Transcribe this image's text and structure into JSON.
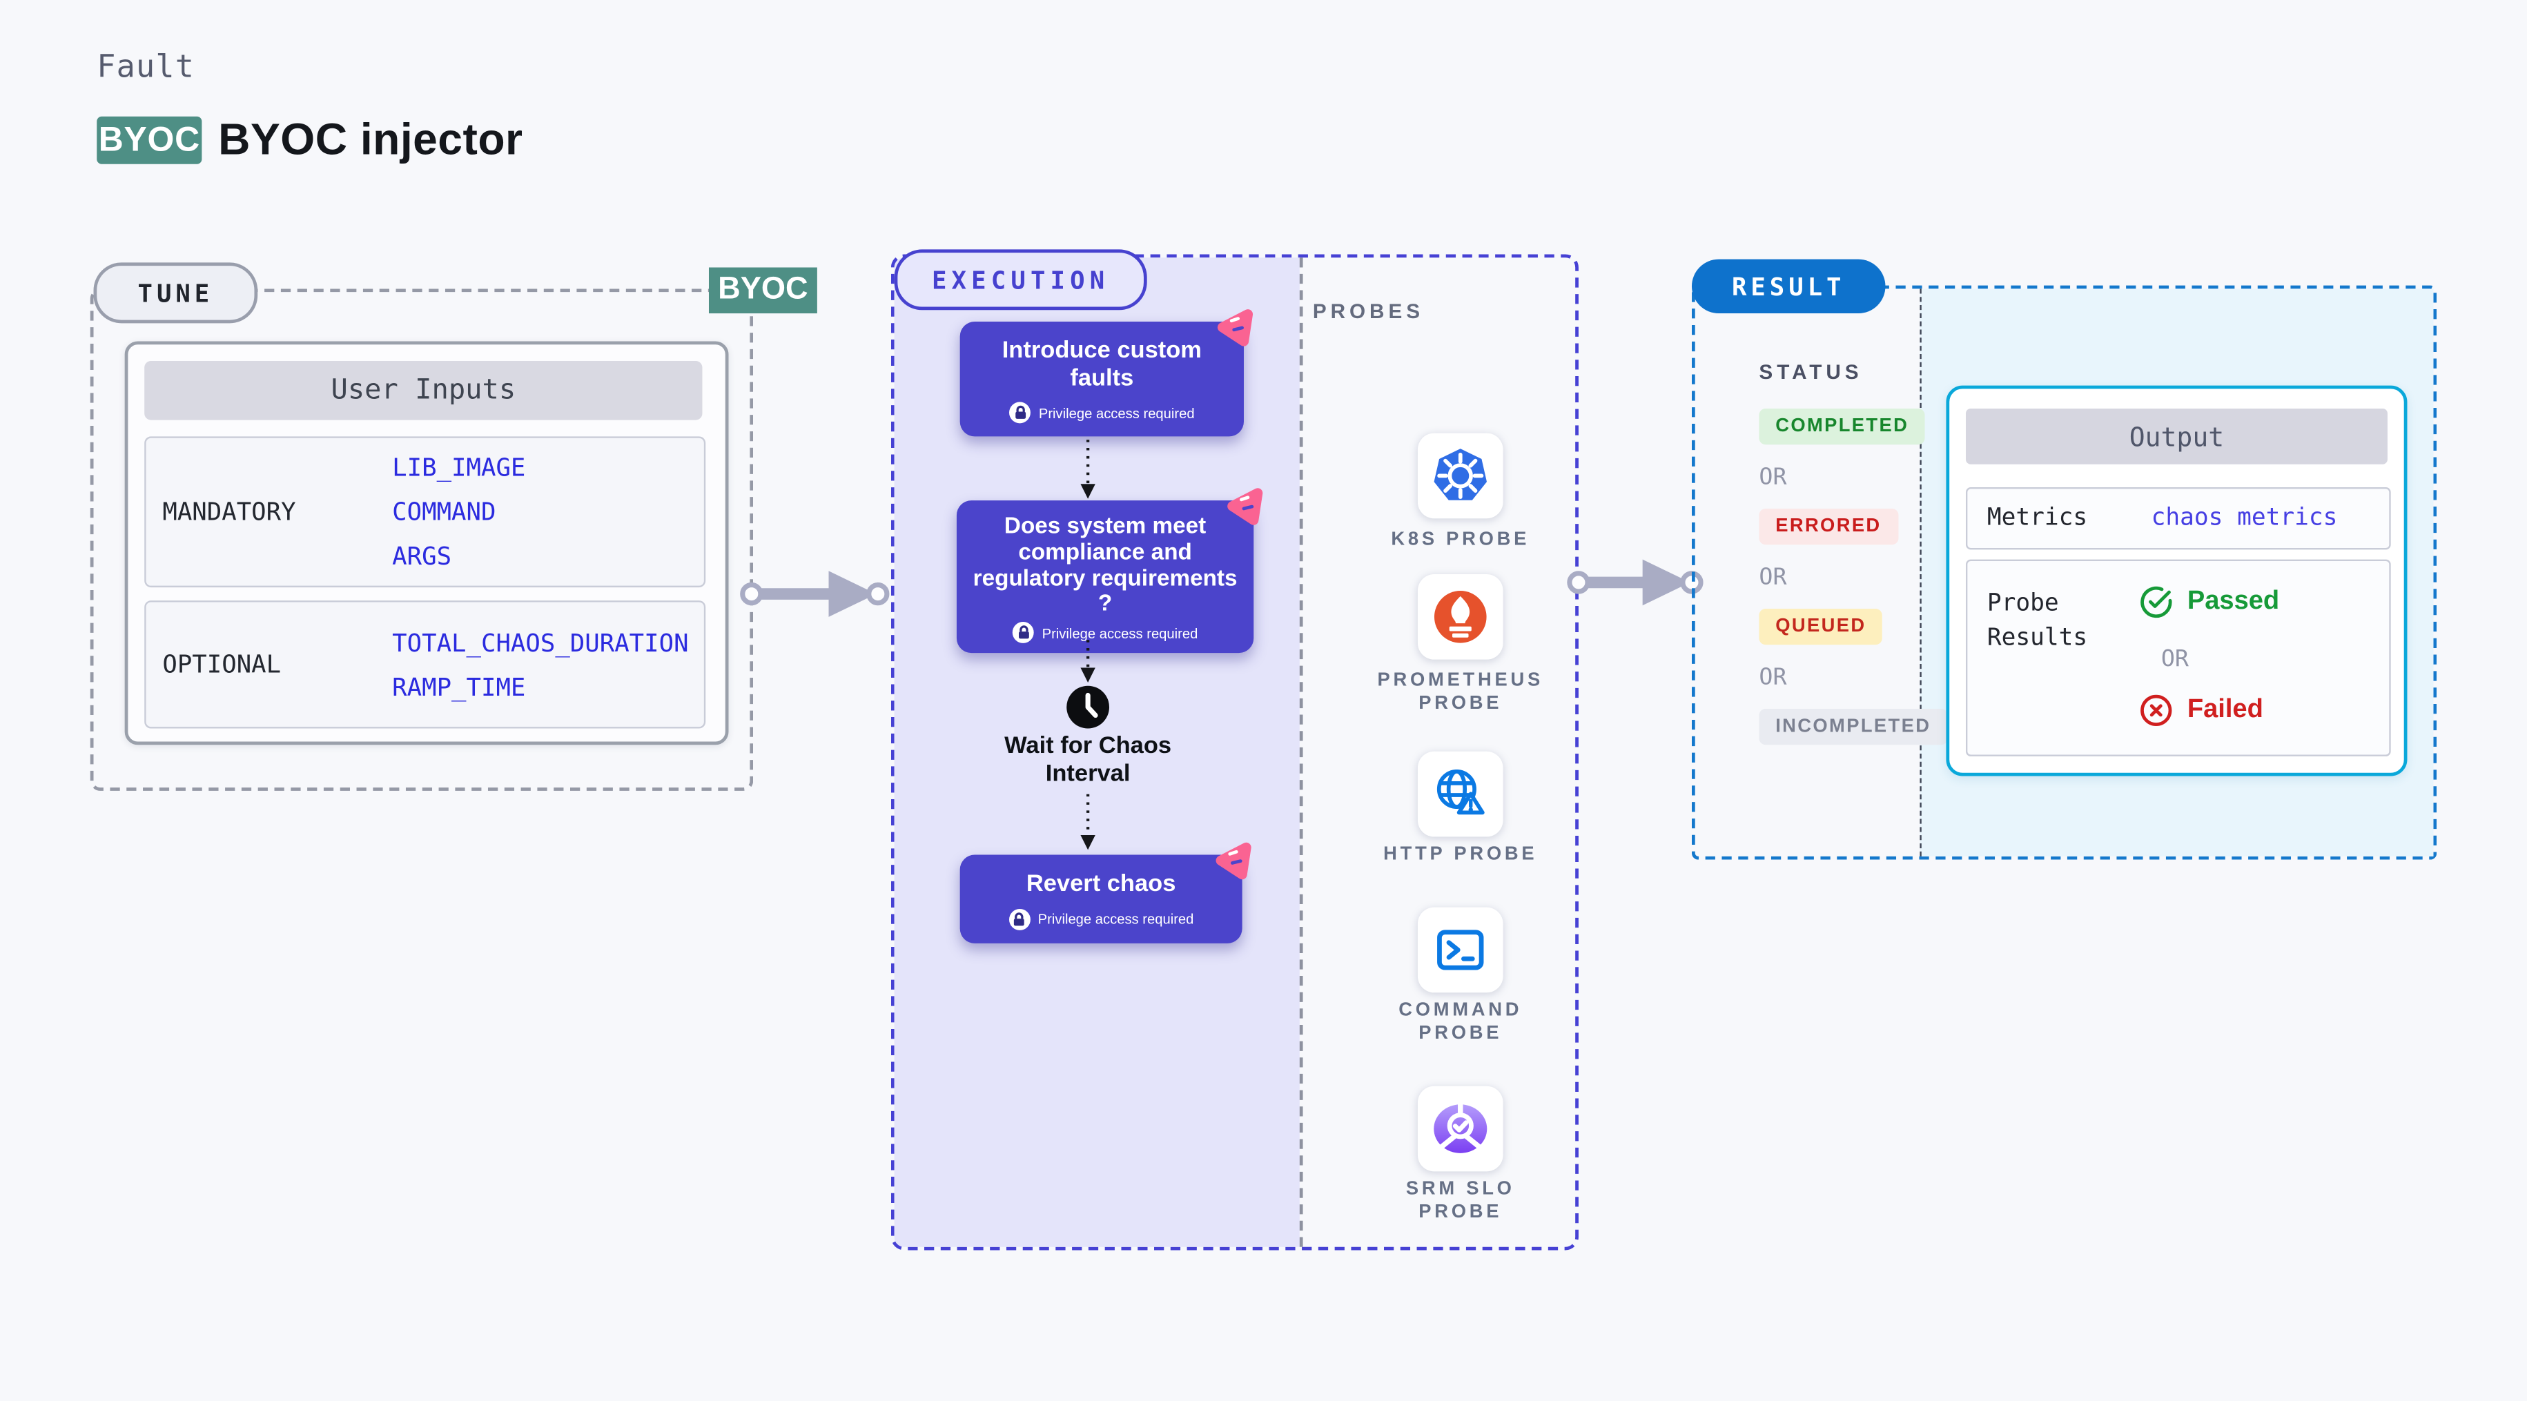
{
  "header": {
    "eyebrow": "Fault",
    "badge": "BYOC",
    "title": "BYOC injector"
  },
  "tune": {
    "label": "TUNE",
    "byoc_badge": "BYOC",
    "card": {
      "header": "User Inputs",
      "rows": [
        {
          "label": "MANDATORY",
          "values": [
            "LIB_IMAGE",
            "COMMAND",
            "ARGS"
          ]
        },
        {
          "label": "OPTIONAL",
          "values": [
            "TOTAL_CHAOS_DURATION",
            "RAMP_TIME"
          ]
        }
      ]
    }
  },
  "execution": {
    "label": "EXECUTION",
    "nodes": [
      {
        "title": "Introduce custom faults",
        "badge": "Privilege access required"
      },
      {
        "title": "Does system meet compliance and regulatory requirements ?",
        "badge": "Privilege access required"
      },
      {
        "title": "Wait for Chaos Interval"
      },
      {
        "title": "Revert chaos",
        "badge": "Privilege access required"
      }
    ],
    "probes": {
      "label": "PROBES",
      "items": [
        {
          "name": "K8S PROBE",
          "icon": "kubernetes-icon"
        },
        {
          "name": "PROMETHEUS PROBE",
          "icon": "prometheus-icon"
        },
        {
          "name": "HTTP PROBE",
          "icon": "globe-alert-icon"
        },
        {
          "name": "COMMAND PROBE",
          "icon": "terminal-icon"
        },
        {
          "name": "SRM SLO PROBE",
          "icon": "srm-slo-icon"
        }
      ]
    }
  },
  "result": {
    "label": "RESULT",
    "status": {
      "label": "STATUS",
      "separator": "OR",
      "badges": [
        {
          "text": "COMPLETED",
          "kind": "completed"
        },
        {
          "text": "ERRORED",
          "kind": "errored"
        },
        {
          "text": "QUEUED",
          "kind": "queued"
        },
        {
          "text": "INCOMPLETED",
          "kind": "incompleted"
        }
      ]
    },
    "output": {
      "header": "Output",
      "metrics_label": "Metrics",
      "metrics_value": "chaos metrics",
      "probe_results_label": "Probe Results",
      "passed": "Passed",
      "or": "OR",
      "failed": "Failed"
    }
  },
  "colors": {
    "teal_badge": "#4e8f85",
    "node_purple": "#4b44cb",
    "execution_border": "#4641d4",
    "lavender_bg": "#e4e4fa",
    "result_blue": "#0e72cc",
    "result_border": "#1478cc",
    "output_border": "#0aa8da",
    "output_bg": "#e8f5fc",
    "completed_green": "#17862c",
    "errored_red": "#c91c1c",
    "queued_red": "#c3271d",
    "passed_green": "#169a38",
    "failed_red": "#d01f1f",
    "value_blue": "#2b2bdf",
    "pink_accent": "#fa6392",
    "kubernetes_blue": "#2f6de5",
    "prometheus_orange": "#e6522c",
    "probe_icon_blue": "#0b79e3"
  }
}
